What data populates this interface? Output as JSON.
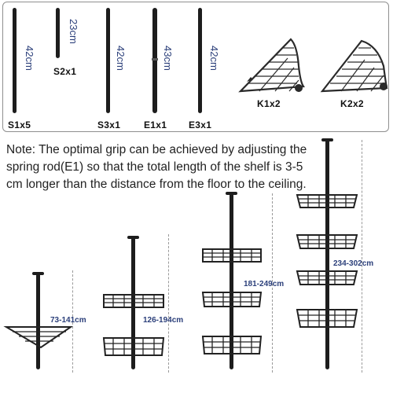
{
  "parts": {
    "rods": [
      {
        "code": "S1x5",
        "length": "42cm"
      },
      {
        "code": "S2x1",
        "length": "23cm"
      },
      {
        "code": "S3x1",
        "length": "42cm"
      },
      {
        "code": "E1x1",
        "length": "43cm"
      },
      {
        "code": "E3x1",
        "length": "42cm"
      }
    ],
    "baskets": [
      {
        "code": "K1x2"
      },
      {
        "code": "K2x2"
      }
    ]
  },
  "note": "Note: The optimal grip can be achieved by adjusting the spring rod(E1) so that the total length of the shelf is 3-5 cm longer than the distance from the floor to the ceiling.",
  "configurations": [
    {
      "height_range": "73-141cm",
      "shelves": 1
    },
    {
      "height_range": "126-194cm",
      "shelves": 2
    },
    {
      "height_range": "181-249cm",
      "shelves": 3
    },
    {
      "height_range": "234-302cm",
      "shelves": 4
    }
  ],
  "colors": {
    "rod": "#1d1d1d",
    "dimension_text": "#2b3f7a",
    "border": "#8f8f8f"
  }
}
